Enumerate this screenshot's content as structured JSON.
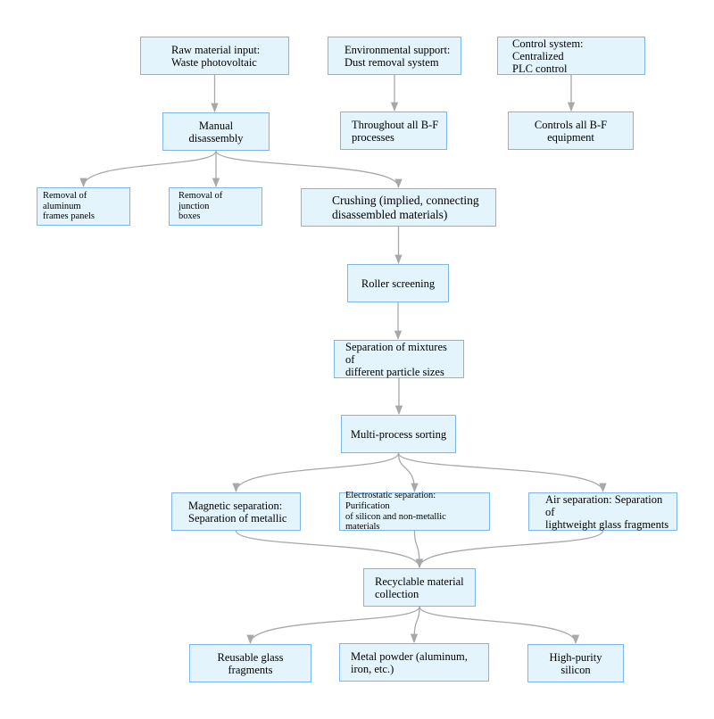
{
  "diagram": {
    "nodes": {
      "raw_input": "Raw material input:\nWaste photovoltaic",
      "env_support": "Environmental support:\nDust removal system",
      "control_system": "Control system: Centralized\nPLC control",
      "manual_disassembly": "Manual disassembly",
      "throughout": "Throughout all B-F\nprocesses",
      "controls_all": "Controls all B-F equipment",
      "removal_aluminum": "Removal of aluminum\nframes panels",
      "removal_junction": "Removal of junction\nboxes",
      "crushing": "Crushing (implied, connecting\ndisassembled materials)",
      "roller_screening": "Roller screening",
      "separation_mixtures": "Separation of mixtures of\ndifferent particle sizes",
      "multi_sorting": "Multi-process sorting",
      "magnetic": "Magnetic separation:\nSeparation of metallic",
      "electrostatic": "Electrostatic separation: Purification\nof silicon and non-metallic materials",
      "air": "Air separation: Separation of\nlightweight glass fragments",
      "collection": "Recyclable material\ncollection",
      "glass": "Reusable glass fragments",
      "metal_powder": "Metal powder (aluminum,\niron, etc.)",
      "silicon": "High-purity silicon"
    },
    "edges": [
      [
        "raw_input",
        "manual_disassembly"
      ],
      [
        "env_support",
        "throughout"
      ],
      [
        "control_system",
        "controls_all"
      ],
      [
        "manual_disassembly",
        "removal_aluminum"
      ],
      [
        "manual_disassembly",
        "removal_junction"
      ],
      [
        "manual_disassembly",
        "crushing"
      ],
      [
        "crushing",
        "roller_screening"
      ],
      [
        "roller_screening",
        "separation_mixtures"
      ],
      [
        "separation_mixtures",
        "multi_sorting"
      ],
      [
        "multi_sorting",
        "magnetic"
      ],
      [
        "multi_sorting",
        "electrostatic"
      ],
      [
        "multi_sorting",
        "air"
      ],
      [
        "magnetic",
        "collection"
      ],
      [
        "electrostatic",
        "collection"
      ],
      [
        "air",
        "collection"
      ],
      [
        "collection",
        "glass"
      ],
      [
        "collection",
        "metal_powder"
      ],
      [
        "collection",
        "silicon"
      ]
    ],
    "colors": {
      "node_fill": "#e3f4fd",
      "node_border": "#7fb6e8",
      "edge": "#a8a8a8"
    }
  }
}
